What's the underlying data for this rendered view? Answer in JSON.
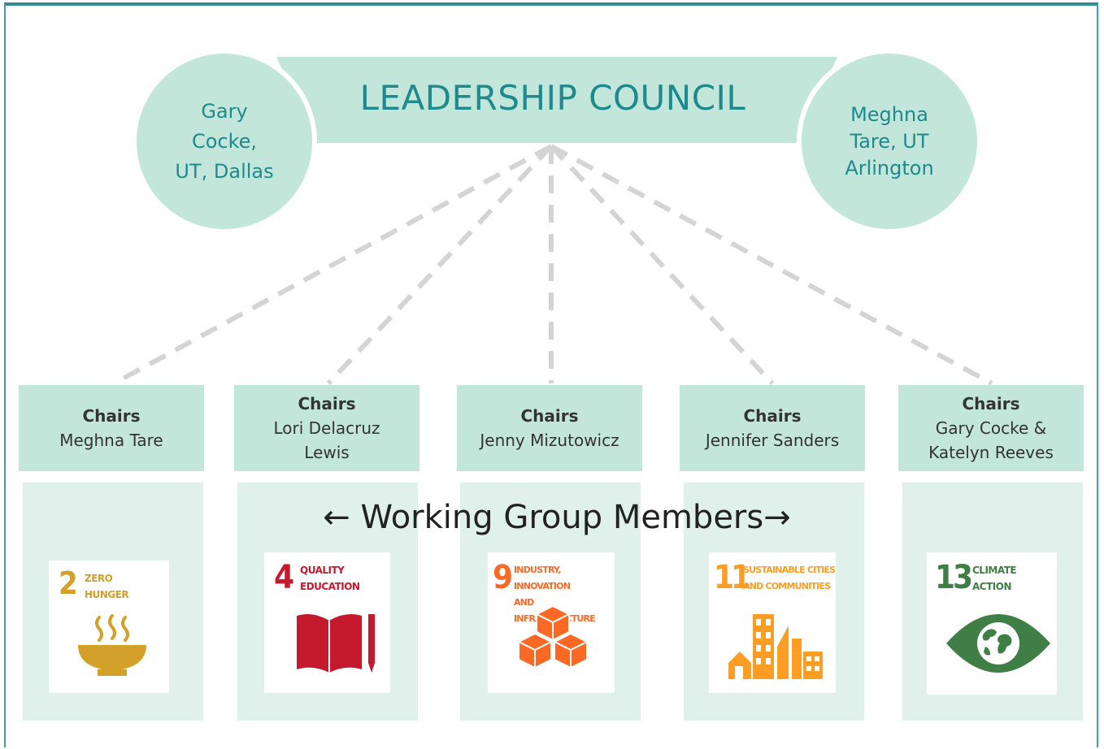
{
  "council": {
    "title": "LEADERSHIP COUNCIL",
    "left_lines": [
      "Gary",
      "Cocke,",
      "UT, Dallas"
    ],
    "right_lines": [
      "Meghna",
      "Tare, UT",
      "Arlington"
    ]
  },
  "chairs": [
    {
      "label": "Chairs",
      "names": [
        "Meghna Tare"
      ]
    },
    {
      "label": "Chairs",
      "names": [
        "Lori Delacruz",
        "Lewis"
      ]
    },
    {
      "label": "Chairs",
      "names": [
        "Jenny Mizutowicz"
      ]
    },
    {
      "label": "Chairs",
      "names": [
        "Jennifer Sanders"
      ]
    },
    {
      "label": "Chairs",
      "names": [
        "Gary Cocke &",
        "Katelyn Reeves"
      ]
    }
  ],
  "members_label": "← Working Group Members→",
  "sdg_tiles": [
    {
      "number": "2",
      "lines": [
        "ZERO",
        "HUNGER"
      ],
      "color": "#d3a029",
      "icon": "bowl-icon"
    },
    {
      "number": "4",
      "lines": [
        "QUALITY",
        "EDUCATION"
      ],
      "color": "#c5192d",
      "icon": "book-pencil-icon"
    },
    {
      "number": "9",
      "lines": [
        "INDUSTRY, INNOVATION",
        "AND INFRASTRUCTURE"
      ],
      "color": "#fd6925",
      "icon": "cubes-icon"
    },
    {
      "number": "11",
      "lines": [
        "SUSTAINABLE CITIES",
        "AND COMMUNITIES"
      ],
      "color": "#fd9d24",
      "icon": "city-icon"
    },
    {
      "number": "13",
      "lines": [
        "CLIMATE",
        "ACTION"
      ],
      "color": "#3f7e44",
      "icon": "eye-globe-icon"
    }
  ]
}
